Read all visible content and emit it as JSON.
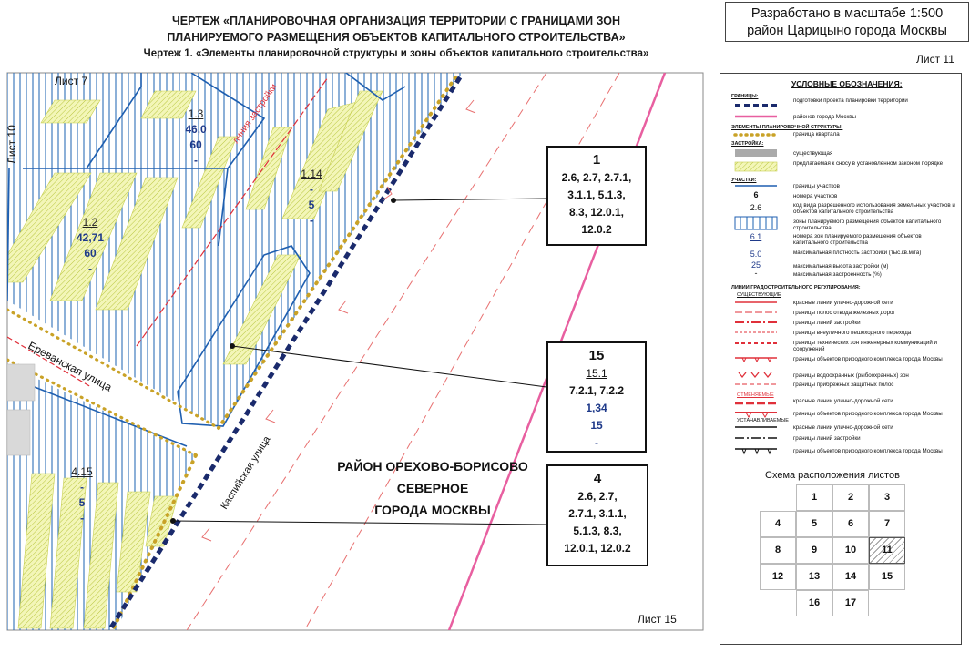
{
  "header": {
    "line1": "ЧЕРТЕЖ «ПЛАНИРОВОЧНАЯ ОРГАНИЗАЦИЯ ТЕРРИТОРИИ С ГРАНИЦАМИ ЗОН",
    "line2": "ПЛАНИРУЕМОГО РАЗМЕЩЕНИЯ ОБЪЕКТОВ КАПИТАЛЬНОГО СТРОИТЕЛЬСТВА»",
    "line3": "Чертеж 1. «Элементы планировочной структуры и зоны объектов капитального строительства»"
  },
  "scale_box": {
    "line1": "Разработано в масштабе 1:500",
    "line2": "район Царицыно города Москвы"
  },
  "sheet_label": "Лист 11",
  "map": {
    "sheet_refs": {
      "top": "Лист 7",
      "left": "Лист 10",
      "bottom": "Лист 15"
    },
    "streets": {
      "yerevanskaya": "Ереванская улица",
      "kaspiyskaya": "Каспийская улица",
      "red_line": "линия застройки"
    },
    "plots": [
      {
        "id": "1.3",
        "v1": "46,0",
        "v2": "60",
        "v3": "-"
      },
      {
        "id": "1.14",
        "v1": "-",
        "v2": "5",
        "v3": "-"
      },
      {
        "id": "1.2",
        "v1": "42,71",
        "v2": "60",
        "v3": "-"
      },
      {
        "id": "4.15",
        "v1": "-",
        "v2": "5",
        "v3": "-"
      }
    ],
    "district": {
      "line1": "РАЙОН ОРЕХОВО-БОРИСОВО",
      "line2": "СЕВЕРНОЕ",
      "line3": "ГОРОДА МОСКВЫ"
    },
    "callouts": {
      "c1": {
        "num": "1",
        "codes1": "2.6, 2.7, 2.7.1,",
        "codes2": "3.1.1, 5.1.3,",
        "codes3": "8.3, 12.0.1,",
        "codes4": "12.0.2"
      },
      "c15": {
        "num": "15",
        "zone": "15.1",
        "codes": "7.2.1, 7.2.2",
        "density": "1,34",
        "height": "15",
        "percent": "-"
      },
      "c4": {
        "num": "4",
        "codes1": "2.6, 2.7,",
        "codes2": "2.7.1, 3.1.1,",
        "codes3": "5.1.3, 8.3,",
        "codes4": "12.0.1, 12.0.2"
      }
    }
  },
  "legend": {
    "title": "УСЛОВНЫЕ ОБОЗНАЧЕНИЯ:",
    "sec_boundaries": "ГРАНИЦЫ:",
    "prep_boundary": "подготовки проекта планировки территории",
    "district_boundary": "районов города Москвы",
    "sec_elements": "ЭЛЕМЕНТЫ ПЛАНИРОВОЧНОЙ СТРУКТУРЫ:",
    "block_boundary": "граница квартала",
    "sec_buildings": "ЗАСТРОЙКА:",
    "existing": "существующая",
    "demolition": "предлагаемая к сносу в установленном законом порядке",
    "sec_plots": "УЧАСТКИ:",
    "plot_boundaries": "границы участков",
    "plot_numbers": "номера участков",
    "plot_number_example": "6",
    "use_code_example": "2.6",
    "use_codes": "код вида разрешенного использования земельных участков и объектов капитального строительства",
    "zones": "зоны планируемого размещения объектов капитального строительства",
    "zone_number_example": "6.1",
    "zone_numbers": "номера зон планируемого размещения объектов капитального строительства",
    "density_example": "5.0",
    "density": "максимальная плотность застройки (тыс.кв.м/га)",
    "height_example": "25",
    "height": "максимальная высота застройки (м)",
    "percent_example": "-",
    "percent": "максимальная застроенность (%)",
    "sec_lines": "ЛИНИИ ГРАДОСТРОИТЕЛЬНОГО РЕГУЛИРОВАНИЯ:",
    "existing_label": "СУЩЕСТВУЮЩИЕ",
    "red_lines": "красные линии улично-дорожной сети",
    "rail": "границы полос отвода железных дорог",
    "build_lines": "границы линий застройки",
    "pedestrian": "границы внеуличного пешеходного перехода",
    "tech_zones": "границы технических зон инженерных коммуникаций и сооружений",
    "nature": "границы объектов природного комплекса города Москвы",
    "water": "границы водоохранных (рыбоохранных) зон",
    "coastal": "границы прибрежных защитных полос",
    "cancelled_label": "ОТМЕНЯЕМЫЕ",
    "cancelled_red": "красные линии улично-дорожной сети",
    "cancelled_nature": "границы объектов природного комплекса города Москвы",
    "established_label": "УСТАНАВЛИВАЕМЫЕ",
    "est_red": "красные линии улично-дорожной сети",
    "est_build": "границы линий застройки",
    "est_nature": "границы объектов природного комплекса города Москвы"
  },
  "scheme": {
    "title": "Схема расположения листов",
    "cells": [
      "1",
      "2",
      "3",
      "4",
      "5",
      "6",
      "7",
      "8",
      "9",
      "10",
      "11",
      "12",
      "13",
      "14",
      "15",
      "16",
      "17"
    ],
    "current": "11"
  },
  "colors": {
    "hatch_blue": "#2d6fb8",
    "block_dots": "#c9a227",
    "red_line": "#e0303a",
    "district_pink": "#e85fa0",
    "prep_navy": "#1a2a6c",
    "yellow_fill": "#eef2a0"
  }
}
